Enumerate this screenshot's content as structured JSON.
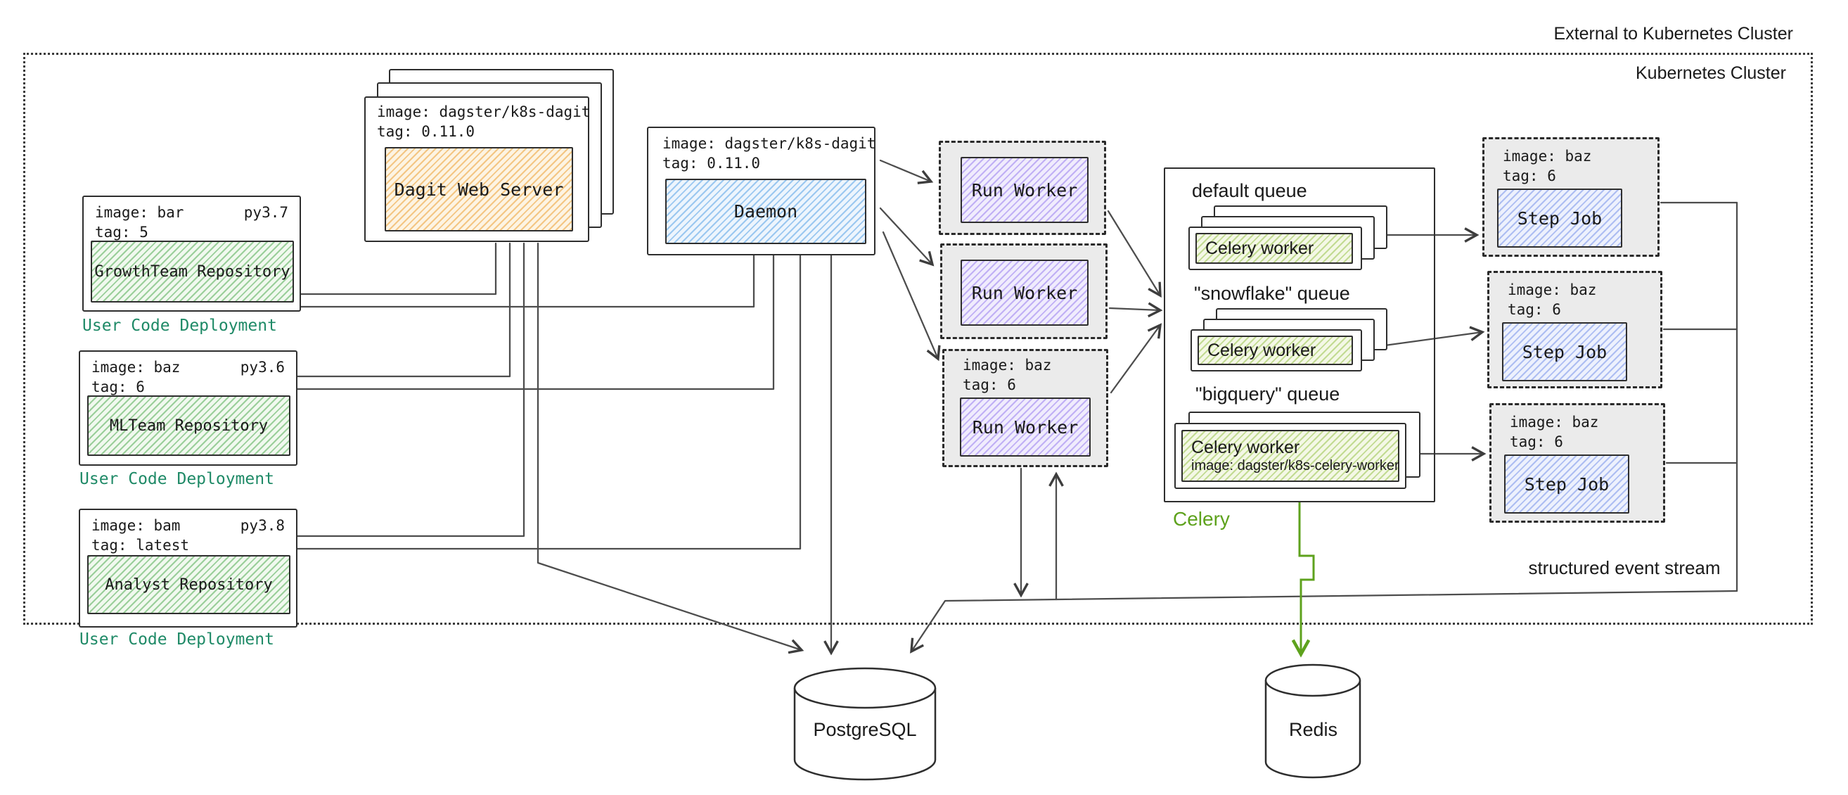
{
  "cluster": {
    "external_label": "External to Kubernetes Cluster",
    "label": "Kubernetes Cluster"
  },
  "repos": [
    {
      "image": "image: bar",
      "python": "py3.7",
      "tag": "tag: 5",
      "name": "GrowthTeam Repository",
      "caption": "User Code Deployment"
    },
    {
      "image": "image: baz",
      "python": "py3.6",
      "tag": "tag: 6",
      "name": "MLTeam Repository",
      "caption": "User Code Deployment"
    },
    {
      "image": "image: bam",
      "python": "py3.8",
      "tag": "tag: latest",
      "name": "Analyst Repository",
      "caption": "User Code Deployment"
    }
  ],
  "dagit": {
    "image": "image: dagster/k8s-dagit",
    "tag": "tag: 0.11.0",
    "label": "Dagit Web Server"
  },
  "daemon": {
    "image": "image: dagster/k8s-dagit",
    "tag": "tag: 0.11.0",
    "label": "Daemon"
  },
  "run_workers": [
    {
      "label": "Run Worker"
    },
    {
      "label": "Run Worker"
    },
    {
      "label": "Run Worker",
      "image": "image: baz",
      "tag": "tag: 6"
    }
  ],
  "celery": {
    "caption": "Celery",
    "queues": [
      {
        "label": "default queue",
        "worker": "Celery worker"
      },
      {
        "label": "\"snowflake\" queue",
        "worker": "Celery worker"
      },
      {
        "label": "\"bigquery\" queue",
        "worker": "Celery worker",
        "worker_image": "image: dagster/k8s-celery-worker"
      }
    ]
  },
  "step_jobs": [
    {
      "image": "image: baz",
      "tag": "tag: 6",
      "label": "Step Job"
    },
    {
      "image": "image: baz",
      "tag": "tag: 6",
      "label": "Step Job"
    },
    {
      "image": "image: baz",
      "tag": "tag: 6",
      "label": "Step Job"
    }
  ],
  "databases": {
    "postgres": "PostgreSQL",
    "redis": "Redis"
  },
  "annotations": {
    "event_stream": "structured event stream"
  },
  "colors": {
    "user_code_label": "#1f8a67",
    "celery_label": "#5ea21d",
    "repo_hatch": "#6cb86c",
    "dagit_hatch": "#f0b25a",
    "daemon_hatch": "#78b4eb",
    "run_worker_hatch": "#a087f0",
    "step_job_hatch": "#829beb",
    "celery_worker_hatch": "#a0c85a",
    "line": "#4d4d4d"
  }
}
